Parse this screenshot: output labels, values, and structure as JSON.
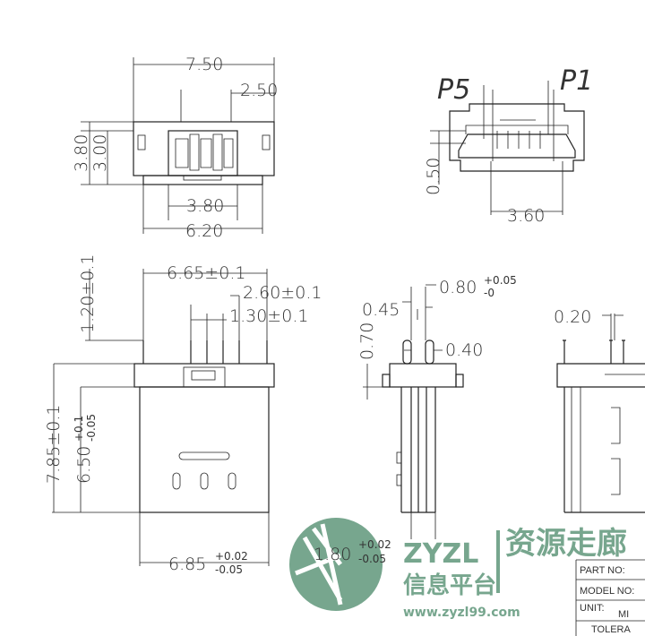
{
  "top_view": {
    "width_total": "7.50",
    "pitch_offset": "2.50",
    "height_outer": "3.80",
    "height_inner": "3.00",
    "width_inner": "3.80",
    "width_base": "6.20"
  },
  "front_view": {
    "pin_p5": "P5",
    "pin_p1": "P1",
    "lip": "0.50",
    "opening_width": "3.60"
  },
  "bottom_view": {
    "pin_span": "6.65±0.1",
    "pin_span2": "2.60±0.1",
    "pin_pitch": "1.30±0.1",
    "pin_height": "1.20±0.1",
    "total_height": "7.85±0.1",
    "body_height": "6.50",
    "body_height_tol_plus": "+0.1",
    "body_height_tol_minus": "-0.05",
    "body_width": "6.85",
    "body_width_tol_plus": "+0.02",
    "body_width_tol_minus": "-0.05"
  },
  "side_view": {
    "pin_width": "0.45",
    "pin_pitch": "0.80",
    "pin_pitch_tol_plus": "+0.05",
    "pin_pitch_tol_minus": "-0",
    "flange": "0.70",
    "gap": "0.40",
    "thickness": "1.80",
    "thickness_tol_plus": "+0.02",
    "thickness_tol_minus": "-0.05"
  },
  "right_view": {
    "pin_thickness": "0.20"
  },
  "title_block": {
    "part_no": "PART NO:",
    "model_no": "MODEL NO:",
    "unit": "UNIT:",
    "unit_value": "MI",
    "tolerance": "TOLERA"
  },
  "watermark": {
    "brand": "ZYZL",
    "brand_cn": "信息平台",
    "slogan_cn": "资源走廊",
    "url": "www.zyzl99.com"
  }
}
